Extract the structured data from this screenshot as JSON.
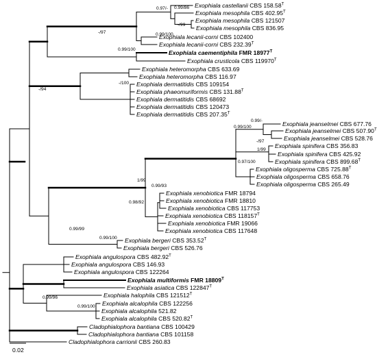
{
  "taxa": [
    {
      "genus": "Exophiala",
      "species": "castellanii",
      "strain": "CBS 158.58",
      "type": true,
      "bold": false
    },
    {
      "genus": "Exophiala",
      "species": "mesophila",
      "strain": "CBS 402.95",
      "type": true,
      "bold": false
    },
    {
      "genus": "Exophiala",
      "species": "mesophila",
      "strain": "CBS 121507",
      "type": false,
      "bold": false
    },
    {
      "genus": "Exophiala",
      "species": "mesophila",
      "strain": "CBS 836.95",
      "type": false,
      "bold": false
    },
    {
      "genus": "Exophiala",
      "species": "lecanii-corni",
      "strain": "CBS 102400",
      "type": false,
      "bold": false
    },
    {
      "genus": "Exophiala",
      "species": "lecanii-corni",
      "strain": "CBS 232.39",
      "type": true,
      "bold": false
    },
    {
      "genus": "Exophiala",
      "species": "caementiphila",
      "strain": "FMR 18977",
      "type": true,
      "bold": true
    },
    {
      "genus": "Exophiala",
      "species": "crusticola",
      "strain": "CBS 119970",
      "type": true,
      "bold": false
    },
    {
      "genus": "Exophiala",
      "species": "heteromorpha",
      "strain": "CBS 633.69",
      "type": false,
      "bold": false
    },
    {
      "genus": "Exophiala",
      "species": "heteromorpha",
      "strain": "CBS 116.97",
      "type": false,
      "bold": false
    },
    {
      "genus": "Exophiala",
      "species": "dermatitidis",
      "strain": "CBS 109154",
      "type": false,
      "bold": false
    },
    {
      "genus": "Exophiala",
      "species": "phaeomuriformis",
      "strain": "CBS 131.88",
      "type": true,
      "bold": false
    },
    {
      "genus": "Exophiala",
      "species": "dermatitidis",
      "strain": "CBS 68692",
      "type": false,
      "bold": false
    },
    {
      "genus": "Exophiala",
      "species": "dermatitidis",
      "strain": "CBS 120473",
      "type": false,
      "bold": false
    },
    {
      "genus": "Exophiala",
      "species": "dermatitidis",
      "strain": "CBS 207.35",
      "type": true,
      "bold": false
    },
    {
      "genus": "Exophiala",
      "species": "jeanselmei",
      "strain": "CBS 677.76",
      "type": false,
      "bold": false
    },
    {
      "genus": "Exophiala",
      "species": "jeanselmei",
      "strain": "CBS 507.90",
      "type": true,
      "bold": false
    },
    {
      "genus": "Exophiala",
      "species": "jeanselmei",
      "strain": "CBS 528.76",
      "type": false,
      "bold": false
    },
    {
      "genus": "Exophiala",
      "species": "spinifera",
      "strain": "CBS 356.83",
      "type": false,
      "bold": false
    },
    {
      "genus": "Exophiala",
      "species": "spinifera",
      "strain": "CBS 425.92",
      "type": false,
      "bold": false
    },
    {
      "genus": "Exophiala",
      "species": "spinifera",
      "strain": "CBS 899.68",
      "type": true,
      "bold": false
    },
    {
      "genus": "Exophiala",
      "species": "oligosperma",
      "strain": "CBS 725.88",
      "type": true,
      "bold": false
    },
    {
      "genus": "Exophiala",
      "species": "oligosperma",
      "strain": "CBS 658.76",
      "type": false,
      "bold": false
    },
    {
      "genus": "Exophiala",
      "species": "oligosperma",
      "strain": "CBS 265.49",
      "type": false,
      "bold": false
    },
    {
      "genus": "Exophiala",
      "species": "xenobiotica",
      "strain": "FMR 18794",
      "type": false,
      "bold": false
    },
    {
      "genus": "Exophiala",
      "species": "xenobiotica",
      "strain": "FMR 18810",
      "type": false,
      "bold": false
    },
    {
      "genus": "Exophiala",
      "species": "xenobiotica",
      "strain": "CBS 117753",
      "type": false,
      "bold": false
    },
    {
      "genus": "Exophiala",
      "species": "xenobiotica",
      "strain": "CBS 118157",
      "type": true,
      "bold": false
    },
    {
      "genus": "Exophiala",
      "species": "xenobiotica",
      "strain": "FMR 19066",
      "type": false,
      "bold": false
    },
    {
      "genus": "Exophiala",
      "species": "xenobiotica",
      "strain": "CBS 117648",
      "type": false,
      "bold": false
    },
    {
      "genus": "Exophiala",
      "species": "bergeri",
      "strain": "CBS 353.52",
      "type": true,
      "bold": false
    },
    {
      "genus": "Exophiala",
      "species": "bergeri",
      "strain": "CBS 526.76",
      "type": false,
      "bold": false
    },
    {
      "genus": "Exophiala",
      "species": "angulospora",
      "strain": "CBS 482.92",
      "type": true,
      "bold": false
    },
    {
      "genus": "Exophiala",
      "species": "angulospora",
      "strain": "CBS 146.93",
      "type": false,
      "bold": false
    },
    {
      "genus": "Exophiala",
      "species": "angulospora",
      "strain": "CBS 122264",
      "type": false,
      "bold": false
    },
    {
      "genus": "Exophiala",
      "species": "multiformis",
      "strain": "FMR 18809",
      "type": true,
      "bold": true
    },
    {
      "genus": "Exophiala",
      "species": "asiatica",
      "strain": "CBS 122847",
      "type": true,
      "bold": false
    },
    {
      "genus": "Exophiala",
      "species": "halophila",
      "strain": "CBS 121512",
      "type": true,
      "bold": false
    },
    {
      "genus": "Exophiala",
      "species": "alcalophila",
      "strain": "CBS 122256",
      "type": false,
      "bold": false
    },
    {
      "genus": "Exophiala",
      "species": "alcalophila",
      "strain": "521.82",
      "type": false,
      "bold": false
    },
    {
      "genus": "Exophiala",
      "species": "alcalophila",
      "strain": "CBS 520.82",
      "type": true,
      "bold": false
    },
    {
      "genus": "Cladophialophora",
      "species": "bantiana",
      "strain": "CBS 100429",
      "type": false,
      "bold": false
    },
    {
      "genus": "Cladophialophora",
      "species": "bantiana",
      "strain": "CBS 101158",
      "type": false,
      "bold": false
    },
    {
      "genus": "Cladophialophora",
      "species": "carrionii",
      "strain": "CBS 260.83",
      "type": false,
      "bold": false
    }
  ],
  "support_labels": [
    "0.97/-",
    "0.99/86",
    "-/99",
    "0.99/100",
    "-/97",
    "0.99/100",
    "-/94",
    "-/100",
    "0.99/-",
    "0.99/100",
    "-/97",
    "1/99",
    "0.97/100",
    "1/99",
    "0.99/93",
    "0.98/92",
    "0.99/99",
    "0.99/100",
    "0.99/96",
    "0.99/100"
  ],
  "type_marker": "T",
  "scale_bar": {
    "label": "0.02"
  },
  "colors": {
    "line": "#000000",
    "text": "#000000",
    "background": "#ffffff"
  }
}
